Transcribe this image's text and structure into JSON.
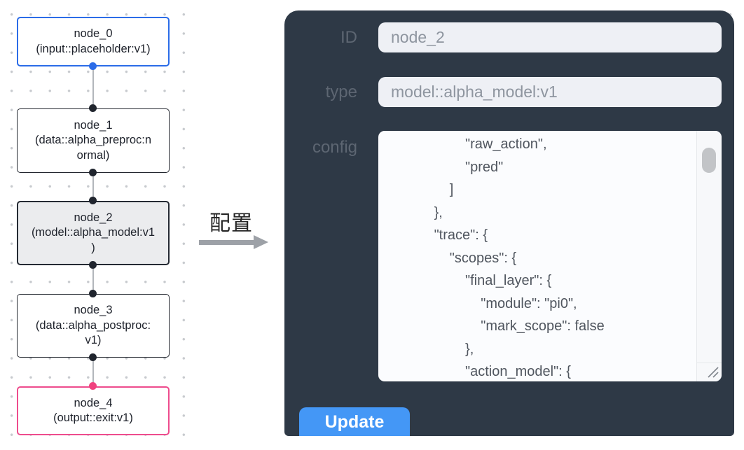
{
  "canvas": {
    "nodes": [
      {
        "title": "node_0",
        "subtitle": "(input::placeholder:v1)"
      },
      {
        "title": "node_1",
        "subtitle": "(data::alpha_preproc:n\normal)"
      },
      {
        "title": "node_2",
        "subtitle": "(model::alpha_model:v1\n)"
      },
      {
        "title": "node_3",
        "subtitle": "(data::alpha_postproc:\nv1)"
      },
      {
        "title": "node_4",
        "subtitle": "(output::exit:v1)"
      }
    ]
  },
  "annotation": {
    "label": "配置"
  },
  "panel": {
    "fields": {
      "id": {
        "label": "ID",
        "value": "node_2"
      },
      "type": {
        "label": "type",
        "value": "model::alpha_model:v1"
      },
      "config": {
        "label": "config",
        "value": "                  \"raw_action\",\n                  \"pred\"\n              ]\n          },\n          \"trace\": {\n              \"scopes\": {\n                  \"final_layer\": {\n                      \"module\": \"pi0\",\n                      \"mark_scope\": false\n                  },\n                  \"action_model\": {"
      }
    },
    "update_label": "Update"
  },
  "colors": {
    "panel_background": "#2e3946",
    "update_button": "#4497f6",
    "input_node_border": "#2b6ce8",
    "selected_node_border": "#252a33",
    "selected_node_fill": "#ebecee",
    "output_node_border": "#ee4c8d",
    "output_handle": "#f0427f",
    "input_handle": "#2b6ce8",
    "edge": "#b2b6bb"
  }
}
